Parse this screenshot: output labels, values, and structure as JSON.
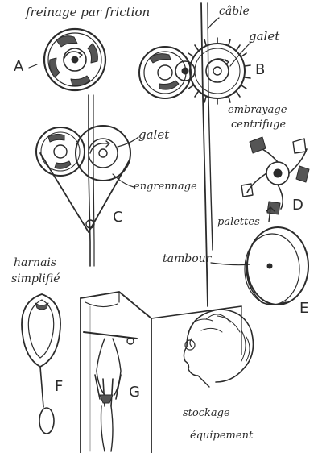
{
  "labels": {
    "freinage": "freinage par friction",
    "cable": "câble",
    "galet_b": "galet",
    "galet_c": "galet",
    "engrenage": "engrennage",
    "embrayage": "embrayage\ncentrifuge",
    "palettes": "palettes",
    "tambour": "tambour",
    "harnais": "harnais\nsimplifié",
    "stockage": "stockage\néquipement"
  },
  "letters": {
    "a": "A",
    "b": "B",
    "c": "C",
    "d": "D",
    "e": "E",
    "f": "F",
    "g": "G"
  }
}
